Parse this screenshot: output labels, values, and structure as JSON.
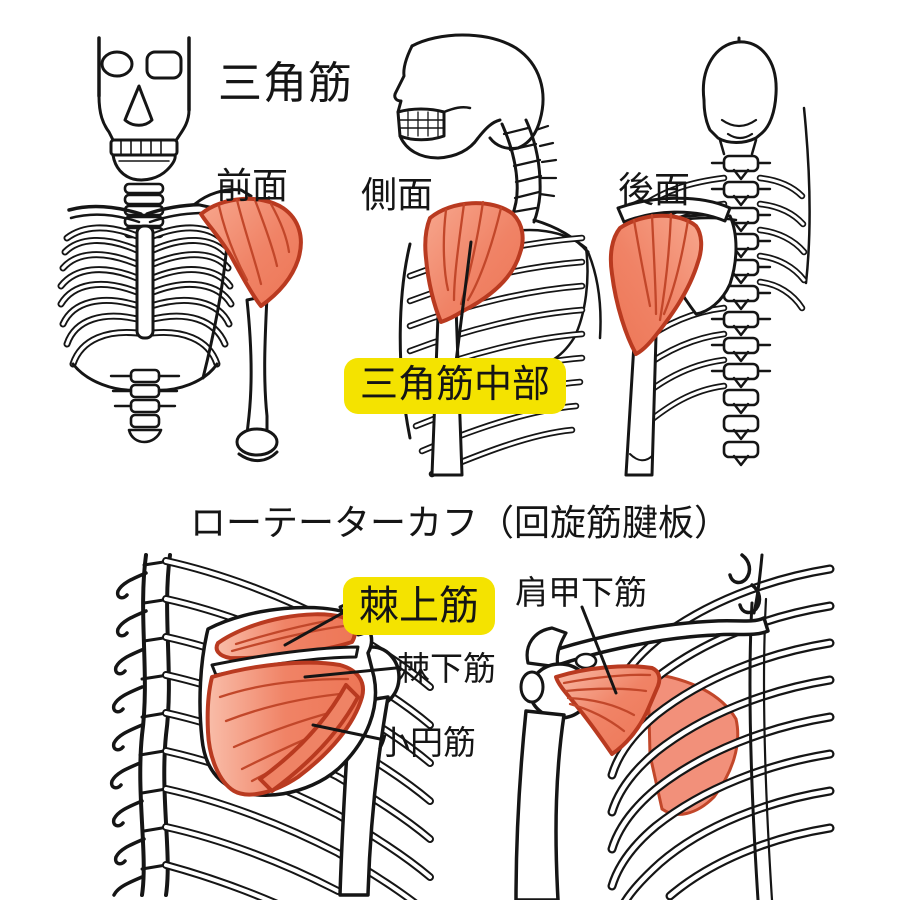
{
  "colors": {
    "muscle_fill": "#F08366",
    "muscle_fill_light": "#F7A78E",
    "muscle_outline": "#B93A20",
    "callout_bg": "#F4E300",
    "ink": "#151515",
    "background": "#FFFFFF"
  },
  "deltoid": {
    "title": "三角筋",
    "front_label": "前面",
    "side_label": "側面",
    "back_label": "後面",
    "middle_callout": "三角筋中部"
  },
  "rotator_cuff": {
    "title": "ローテーターカフ（回旋筋腱板）",
    "supraspinatus": "棘上筋",
    "subscapularis": "肩甲下筋",
    "infraspinatus": "棘下筋",
    "teres_minor": "小円筋"
  }
}
